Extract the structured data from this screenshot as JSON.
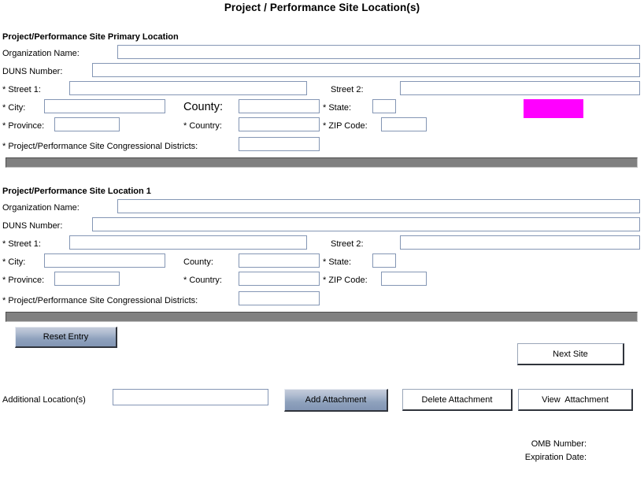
{
  "form": {
    "title": "Project / Performance Site Location(s)"
  },
  "sections": [
    {
      "heading": "Project/Performance Site Primary Location",
      "fields": {
        "organization_name_label": "Organization Name:",
        "organization_name_value": "",
        "duns_label": "DUNS Number:",
        "duns_value": "",
        "street1_label": "* Street 1:",
        "street1_value": "",
        "street2_label": "Street 2:",
        "street2_value": "",
        "city_label": "* City:",
        "city_value": "",
        "county_label": "County:",
        "county_value": "",
        "state_label": "* State:",
        "state_value": "",
        "province_label": "* Province:",
        "province_value": "",
        "country_label": "* Country:",
        "country_value": "",
        "zip_label": "* ZIP Code:",
        "zip_value": "",
        "districts_label": "* Project/Performance Site Congressional Districts:",
        "districts_value": ""
      }
    },
    {
      "heading": "Project/Performance Site Location 1",
      "fields": {
        "organization_name_label": "Organization Name:",
        "organization_name_value": "",
        "duns_label": "DUNS Number:",
        "duns_value": "",
        "street1_label": "* Street 1:",
        "street1_value": "",
        "street2_label": "Street 2:",
        "street2_value": "",
        "city_label": "* City:",
        "city_value": "",
        "county_label": "County:",
        "county_value": "",
        "state_label": "* State:",
        "state_value": "",
        "province_label": "* Province:",
        "province_value": "",
        "country_label": "* Country:",
        "country_value": "",
        "zip_label": "* ZIP Code:",
        "zip_value": "",
        "districts_label": "* Project/Performance Site Congressional Districts:",
        "districts_value": ""
      }
    }
  ],
  "actions": {
    "reset_entry": "Reset Entry",
    "next_site": "Next Site",
    "additional_locations_label": "Additional Location(s)",
    "additional_locations_value": "",
    "add_attachment": "Add Attachment",
    "delete_attachment": "Delete Attachment",
    "view_attachment": "View  Attachment"
  },
  "footer": {
    "omb_number": "OMB Number:",
    "expiration_date": "Expiration Date:"
  },
  "colors": {
    "highlight": "#ff00ff",
    "separator": "#808080",
    "field_border": "#8496b4",
    "button_blue": "#8fa2bd"
  }
}
